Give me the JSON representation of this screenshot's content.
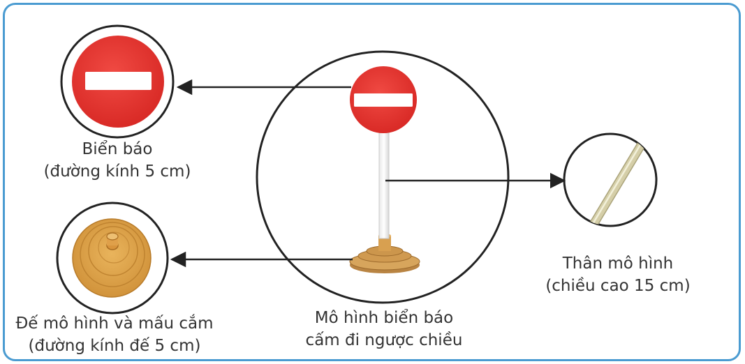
{
  "labels": {
    "sign": {
      "line1": "Biển báo",
      "line2": "(đường kính 5 cm)"
    },
    "base": {
      "line1": "Đế mô hình và mấu cắm",
      "line2": "(đường kính đế 5 cm)"
    },
    "model": {
      "line1": "Mô hình biển báo",
      "line2": "cấm đi ngược chiều"
    },
    "pole": {
      "line1": "Thân mô hình",
      "line2": "(chiều cao 15 cm)"
    }
  },
  "colors": {
    "frame": "#4a9bd1",
    "sign_red": "#e8322e",
    "sign_bar": "#ffffff",
    "base_wood": "#e0a64a",
    "pole_bamboo": "#d8d2ac",
    "stroke": "#222222"
  }
}
